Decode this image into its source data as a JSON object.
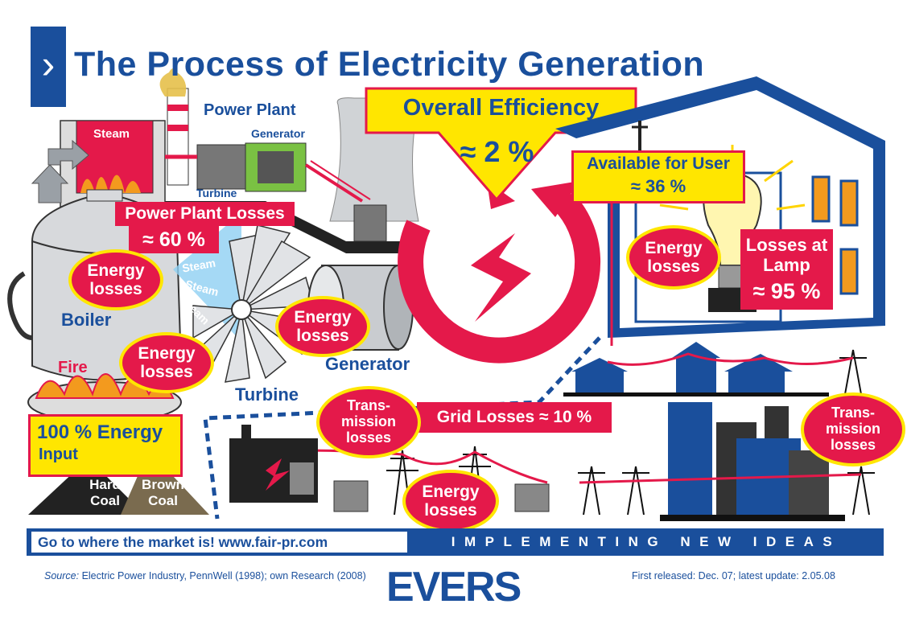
{
  "title": "The Process of Electricity Generation",
  "labels": {
    "power_plant": "Power Plant",
    "generator_top": "Generator",
    "turbine_top": "Turbine",
    "steam_top": "Steam",
    "boiler": "Boiler",
    "fire": "Fire",
    "turbine": "Turbine",
    "generator": "Generator",
    "steam_1": "Steam",
    "steam_2": "Steam",
    "steam_3": "Steam",
    "hard_coal_1": "Hard",
    "hard_coal_2": "Coal",
    "brown_coal_1": "Brown",
    "brown_coal_2": "Coal"
  },
  "boxes": {
    "overall_efficiency_label": "Overall Efficiency",
    "overall_efficiency_value": "≈ 2 %",
    "available_for_user_label": "Available for User",
    "available_for_user_value": "≈ 36 %",
    "power_plant_losses_label": "Power Plant Losses",
    "power_plant_losses_value": "≈ 60 %",
    "losses_at_lamp_1": "Losses at",
    "losses_at_lamp_2": "Lamp",
    "losses_at_lamp_value": "≈ 95 %",
    "grid_losses": "Grid Losses ≈ 10 %",
    "energy_input_1": "100 % Energy",
    "energy_input_2": "Input"
  },
  "ellipses": {
    "energy_losses_1": "Energy",
    "energy_losses_2": "losses",
    "transmission_1": "Trans-",
    "transmission_2": "mission",
    "transmission_3": "losses"
  },
  "footer": {
    "tagline": "Go to where the market is!   www.fair-pr.com",
    "slogan": "IMPLEMENTING NEW IDEAS",
    "source_label": "Source:",
    "source_text": " Electric Power Industry, PennWell (1998); own Research (2008)",
    "logo": "EVERS",
    "released": "First released: Dec. 07; latest update: 2.05.08"
  },
  "colors": {
    "brand_blue": "#1a4f9c",
    "loss_red": "#e4194a",
    "highlight_yellow": "#ffe600"
  }
}
